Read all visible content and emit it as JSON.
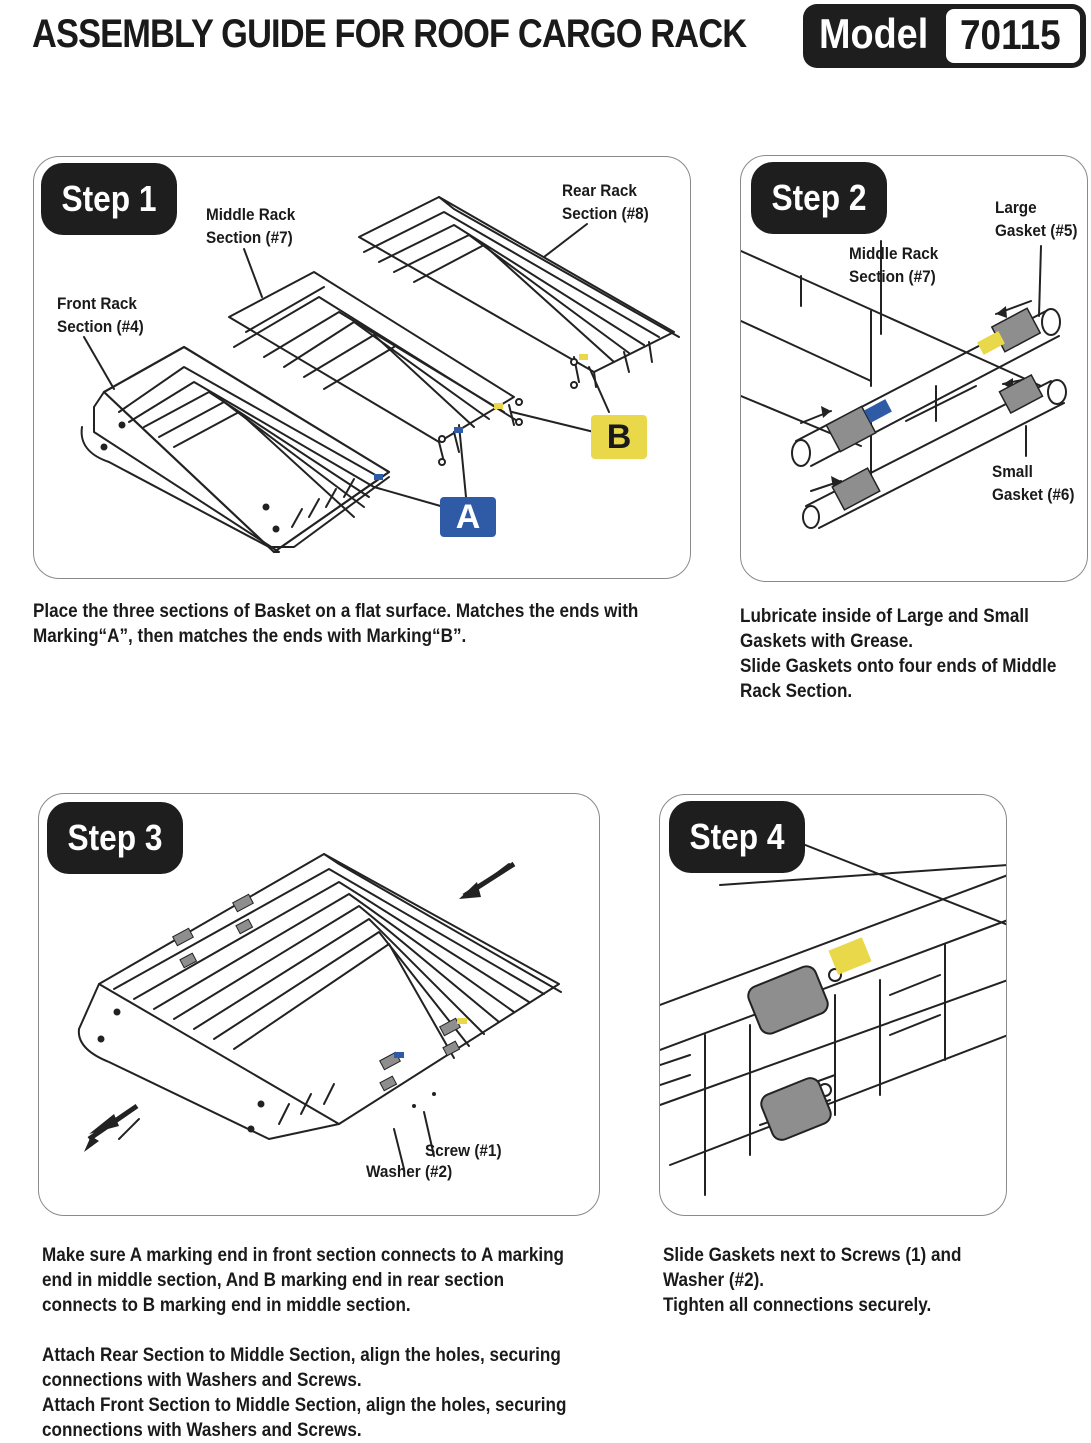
{
  "header": {
    "title": "ASSEMBLY GUIDE FOR ROOF CARGO RACK",
    "model_label": "Model",
    "model_number": "70115"
  },
  "step1": {
    "badge": "Step 1",
    "labels": {
      "middle_line1": "Middle Rack",
      "middle_line2": "Section (#7)",
      "rear_line1": "Rear Rack",
      "rear_line2": "Section (#8)",
      "front_line1": "Front Rack",
      "front_line2": "Section (#4)"
    },
    "marker_a": "A",
    "marker_b": "B",
    "instructions": [
      "Place the three sections of Basket on a flat surface. Matches the ends with",
      "Marking“A”, then matches the ends with Marking“B”."
    ]
  },
  "step2": {
    "badge": "Step 2",
    "labels": {
      "large_line1": "Large",
      "large_line2": "Gasket (#5)",
      "middle_line1": "Middle Rack",
      "middle_line2": "Section (#7)",
      "small_line1": "Small",
      "small_line2": "Gasket (#6)"
    },
    "instructions": [
      "Lubricate inside of Large and Small",
      "Gaskets with Grease.",
      "Slide Gaskets onto four ends of Middle",
      "Rack Section."
    ]
  },
  "step3": {
    "badge": "Step 3",
    "labels": {
      "screw": "Screw (#1)",
      "washer": "Washer (#2)"
    },
    "instructions": [
      "Make sure A marking end in front section connects to A marking",
      "end in middle section,  And B marking end in rear section",
      "connects to B marking end in middle section.",
      "",
      "Attach Rear Section to Middle Section, align the holes, securing",
      "connections with Washers and Screws.",
      "Attach Front Section to Middle Section,  align the holes, securing",
      "connections with Washers and Screws."
    ]
  },
  "step4": {
    "badge": "Step 4",
    "instructions": [
      "Slide Gaskets next to Screws (1) and",
      "Washer (#2).",
      "Tighten all connections securely."
    ]
  },
  "colors": {
    "badge": "#1e1e1e",
    "marker_a": "#2e5aa6",
    "marker_b": "#e8d84a",
    "gasket": "#8e8e8e",
    "panel_border": "#8a8a8a"
  }
}
